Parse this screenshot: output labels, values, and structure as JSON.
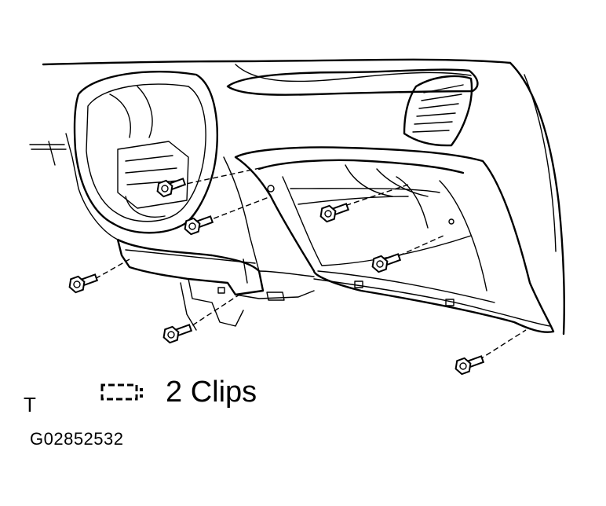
{
  "legend": {
    "clip_label": "2 Clips",
    "corner_mark": "T"
  },
  "figure": {
    "code": "G02852532"
  },
  "icons": {
    "clip_symbol": "clip-outline-icon",
    "bolt": "bolt-icon"
  }
}
